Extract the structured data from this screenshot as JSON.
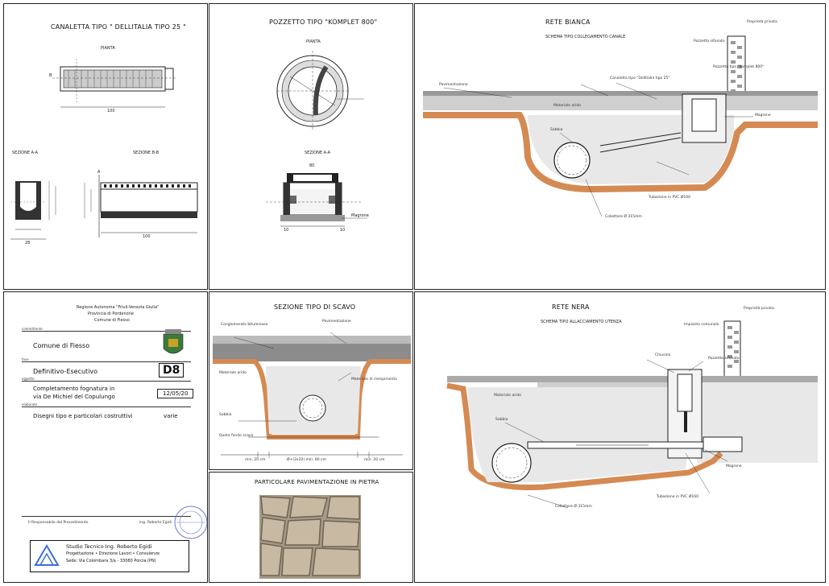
{
  "panels": {
    "canaletta": {
      "title": "CANALETTA TIPO \" DELLITALIA TIPO 25 \"",
      "pianta": "PIANTA",
      "sez_aa": "SEZIONE A-A",
      "sez_bb": "SEZIONE B-B",
      "dim_100": "100",
      "dim_100b": "100",
      "dim_28": "28",
      "dim_b": "B",
      "dim_a": "A"
    },
    "pozzetto": {
      "title": "POZZETTO TIPO \"KOMPLET 800\"",
      "pianta": "PIANTA",
      "sezione": "SEZIONE A-A",
      "magrone_label": "Magrone",
      "dim_80": "80",
      "dim_10": "10",
      "dim_10b": "10"
    },
    "rete_bianca": {
      "title": "RETE BIANCA",
      "subtitle": "SCHEMA TIPO COLLEGAMENTO CANALE",
      "labels": [
        "Proprietà privata",
        "Pozzetto sifonato",
        "Canaletta tipo \"Dellitalia tipo 25\"",
        "Pozzetto tipo \"Komplet 800\"",
        "Collettore Ø 315mm",
        "Tubazione in PVC Ø160",
        "Magrone",
        "Sabbia",
        "Pavimentazione",
        "Materiale arido"
      ]
    },
    "titleblock": {
      "committente_hdr": "Regione Autonoma \"Friuli-Venezia Giulia\"",
      "provincia": "Provincia di Pordenone",
      "comune_hdr": "Comune di Fiesso",
      "row1_label": "committente",
      "row1": "Comune di Fiesso",
      "row2_label": "fase",
      "row2": "Definitivo-Esecutivo",
      "code": "D8",
      "row3_label": "oggetto",
      "row3a": "Completamento fognatura in",
      "row3b": "via De Michiel del Copulungo",
      "date": "12/05/20",
      "row4_label": "elaborato",
      "row4": "Disegni tipo e particolari costruttivi",
      "scale": "varie",
      "sig_left": "Il Responsabile del Procedimento",
      "sig_right": "ing. Roberto Egidi",
      "studio_l1": "Studio Tecnico Ing. Roberto Egidi",
      "studio_l2": "Progettazione • Direzione Lavori • Consulenze",
      "studio_l3": "Sede: Via Colombara 3/a - 33080 Porcia (PN)"
    },
    "scavo": {
      "title": "SEZIONE TIPO DI SCAVO",
      "dim_left": "min. 20 cm",
      "dim_mid": "Ø+(2x20) min. 80 cm",
      "dim_right": "min. 20 cm",
      "labels": [
        "Conglomerato bituminoso",
        "Pavimentazione",
        "Materiale arido",
        "Sabbia",
        "Quota fondo scavo",
        "Materiale di riempimento"
      ]
    },
    "pietra": {
      "title": "PARTICOLARE PAVIMENTAZIONE IN PIETRA"
    },
    "rete_nera": {
      "title": "RETE NERA",
      "subtitle": "SCHEMA TIPO ALLACCIAMENTO UTENZA",
      "labels": [
        "Proprietà privata",
        "Impianto comunale",
        "Chiusino",
        "Pozzetto sifonato",
        "Collettore Ø 315mm",
        "Tubazione in PVC Ø160",
        "Magrone",
        "Sabbia",
        "Materiale arido"
      ]
    }
  },
  "colors": {
    "soil": "#d48a52",
    "fill": "#e8e8e8",
    "asphalt": "#8c8c8c",
    "line": "#222222"
  }
}
